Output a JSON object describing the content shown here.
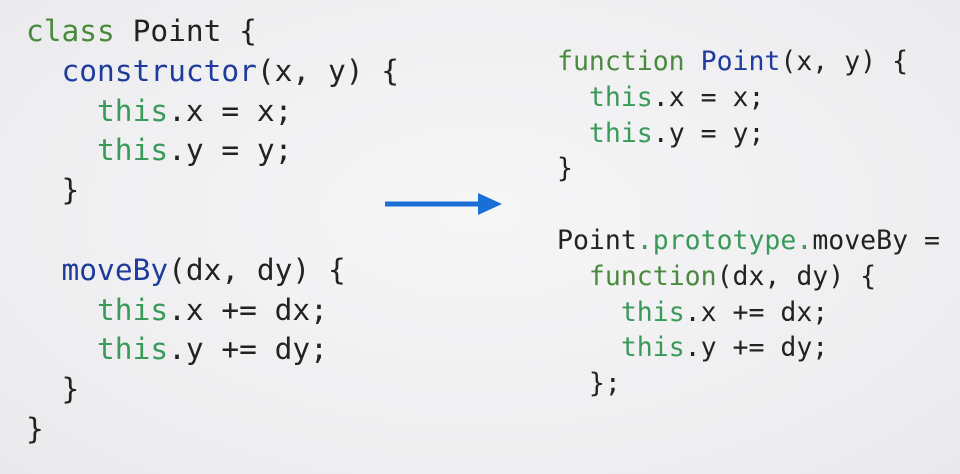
{
  "colors": {
    "keyword": "#4a8a3e",
    "function_name": "#1f3c9c",
    "this_keyword": "#3a9a5a",
    "punctuation": "#222222",
    "arrow": "#1a6fd6"
  },
  "left_code": {
    "l1_kw": "class",
    "l1_name": " Point {",
    "l2_indent": "  ",
    "l2_name": "constructor",
    "l2_rest": "(x, y) {",
    "l3_indent": "    ",
    "l3_this": "this",
    "l3_rest": ".x = x;",
    "l4_indent": "    ",
    "l4_this": "this",
    "l4_rest": ".y = y;",
    "l5": "  }",
    "l6": " ",
    "l7_indent": "  ",
    "l7_name": "moveBy",
    "l7_rest": "(dx, dy) {",
    "l8_indent": "    ",
    "l8_this": "this",
    "l8_rest": ".x += dx;",
    "l9_indent": "    ",
    "l9_this": "this",
    "l9_rest": ".y += dy;",
    "l10": "  }",
    "l11": "}"
  },
  "right_code": {
    "l1_kw": "function",
    "l1_sp": " ",
    "l1_name": "Point",
    "l1_rest": "(x, y) {",
    "l2_indent": "  ",
    "l2_this": "this",
    "l2_rest": ".x = x;",
    "l3_indent": "  ",
    "l3_this": "this",
    "l3_rest": ".y = y;",
    "l4": "}",
    "l5": " ",
    "l6_obj": "Point",
    "l6_dot1": ".",
    "l6_proto": "prototype",
    "l6_dot2": ".",
    "l6_method": "moveBy",
    "l6_rest": " =",
    "l7_indent": "  ",
    "l7_kw": "function",
    "l7_rest": "(dx, dy) {",
    "l8_indent": "    ",
    "l8_this": "this",
    "l8_rest": ".x += dx;",
    "l9_indent": "    ",
    "l9_this": "this",
    "l9_rest": ".y += dy;",
    "l10": "  };"
  }
}
